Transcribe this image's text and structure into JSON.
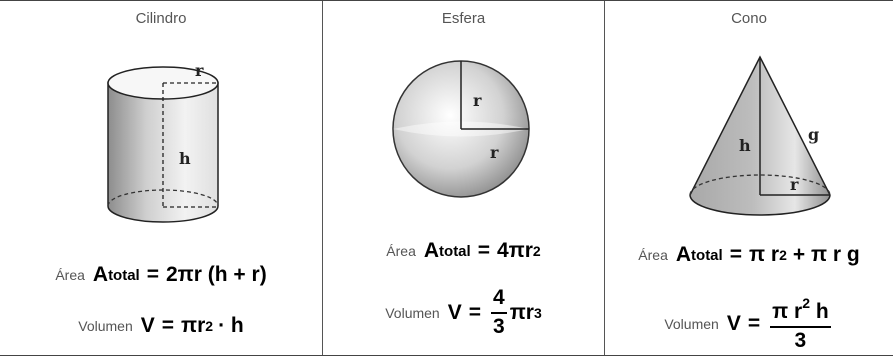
{
  "cylinder": {
    "title": "Cilindro",
    "label_r": "r",
    "label_h": "h",
    "area_word": "Área",
    "area_lhs": "A",
    "area_sub": "total",
    "area_rhs": "2πr (h + r)",
    "volume_word": "Volumen",
    "volume_lhs": "V",
    "volume_rhs_a": "πr",
    "volume_exp": "2",
    "volume_rhs_b": "· h"
  },
  "sphere": {
    "title": "Esfera",
    "label_r1": "r",
    "label_r2": "r",
    "area_word": "Área",
    "area_lhs": "A",
    "area_sub": "total",
    "area_rhs": "4πr",
    "area_exp": "2",
    "volume_word": "Volumen",
    "volume_lhs": "V",
    "volume_num": "4",
    "volume_den": "3",
    "volume_rhs": "πr",
    "volume_exp": "3"
  },
  "cone": {
    "title": "Cono",
    "label_h": "h",
    "label_g": "g",
    "label_r": "r",
    "area_word": "Área",
    "area_lhs": "A",
    "area_sub": "total",
    "area_rhs_a": "π r",
    "area_exp": "2",
    "area_rhs_b": "+ π r g",
    "volume_word": "Volumen",
    "volume_lhs": "V",
    "volume_num_a": "π r",
    "volume_num_exp": "2",
    "volume_num_b": "h",
    "volume_den": "3"
  }
}
